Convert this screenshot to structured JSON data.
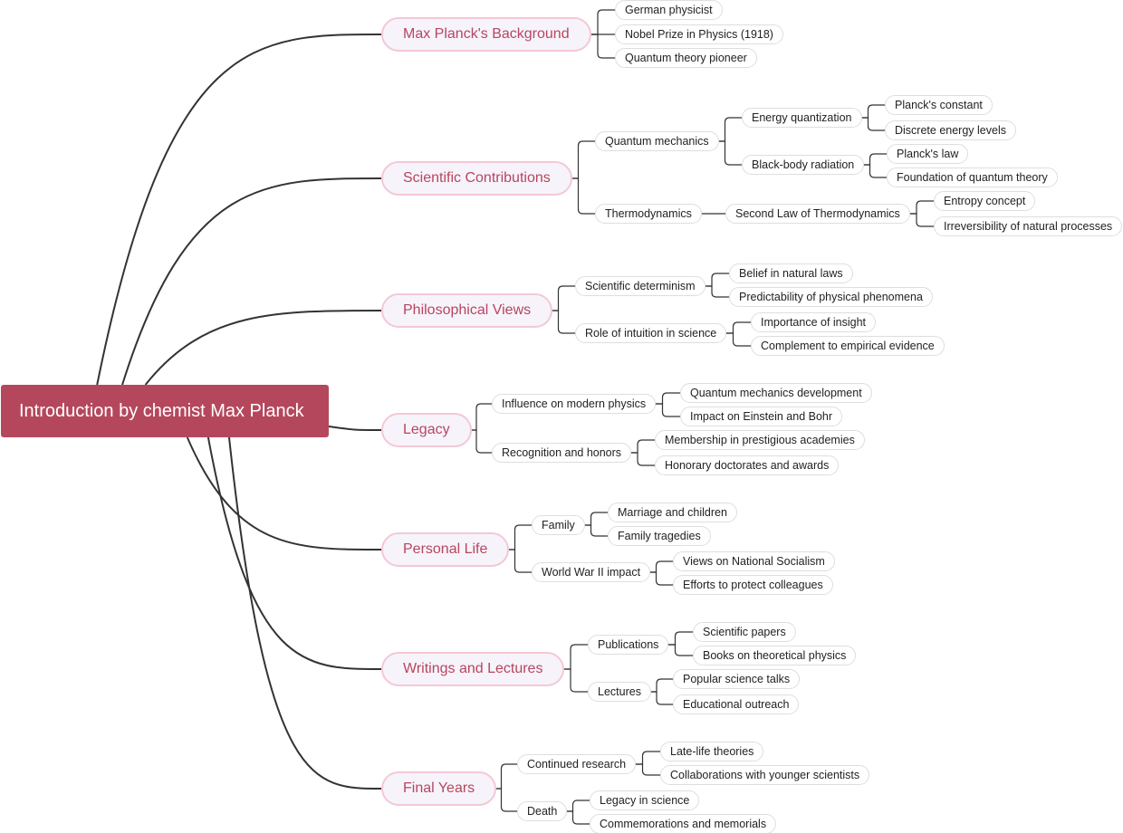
{
  "root": "Introduction by chemist Max Planck",
  "topics": {
    "background": "Max Planck's Background",
    "contributions": "Scientific Contributions",
    "philosophy": "Philosophical Views",
    "legacy": "Legacy",
    "personal": "Personal Life",
    "writings": "Writings and Lectures",
    "final": "Final Years"
  },
  "nodes": {
    "german": "German physicist",
    "nobel": "Nobel Prize in Physics (1918)",
    "pioneer": "Quantum theory pioneer",
    "qm": "Quantum mechanics",
    "energyq": "Energy quantization",
    "planckconst": "Planck's constant",
    "discrete": "Discrete energy levels",
    "blackbody": "Black-body radiation",
    "planckslaw": "Planck's law",
    "foundation": "Foundation of quantum theory",
    "thermo": "Thermodynamics",
    "secondlaw": "Second Law of Thermodynamics",
    "entropy": "Entropy concept",
    "irreversibility": "Irreversibility of natural processes",
    "determinism": "Scientific determinism",
    "belief": "Belief in natural laws",
    "predictability": "Predictability of physical phenomena",
    "intuition": "Role of intuition in science",
    "insight": "Importance of insight",
    "complement": "Complement to empirical evidence",
    "influence": "Influence on modern physics",
    "qmdev": "Quantum mechanics development",
    "einstein": "Impact on Einstein and Bohr",
    "recognition": "Recognition and honors",
    "membership": "Membership in prestigious academies",
    "doctorates": "Honorary doctorates and awards",
    "family": "Family",
    "marriage": "Marriage and children",
    "tragedies": "Family tragedies",
    "ww2": "World War II impact",
    "nationalsocialism": "Views on National Socialism",
    "protect": "Efforts to protect colleagues",
    "publications": "Publications",
    "papers": "Scientific papers",
    "books": "Books on theoretical physics",
    "lectures": "Lectures",
    "talks": "Popular science talks",
    "outreach": "Educational outreach",
    "continued": "Continued research",
    "latelife": "Late-life theories",
    "collaborations": "Collaborations with younger scientists",
    "death": "Death",
    "legacyscience": "Legacy in science",
    "commemorations": "Commemorations and memorials"
  },
  "colors": {
    "root_fill": "#b5475d",
    "topic_text": "#b8455d",
    "topic_border": "#f4c8d5",
    "topic_fill": "#f6f3fb",
    "leaf_border": "#dedede",
    "connector": "#333333"
  }
}
